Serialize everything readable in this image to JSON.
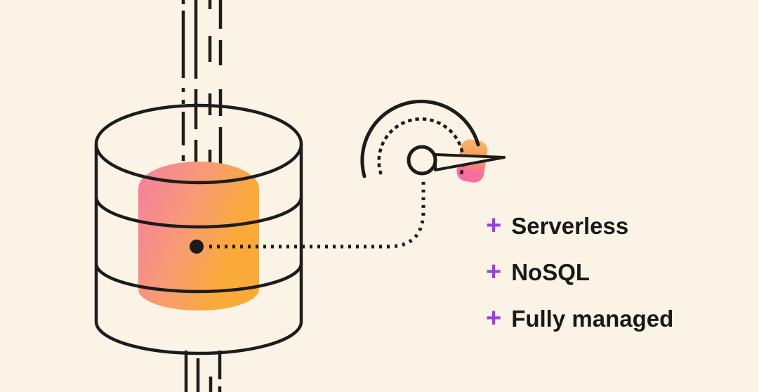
{
  "features": {
    "bullet_glyph": "+",
    "items": [
      {
        "label": "Serverless"
      },
      {
        "label": "NoSQL"
      },
      {
        "label": "Fully managed"
      }
    ]
  },
  "illustration": {
    "icons": [
      "database-cylinder-icon",
      "gauge-dial-icon",
      "data-stream-lines-top",
      "data-stream-lines-bottom",
      "query-point-dot",
      "connector-dotted-line"
    ]
  },
  "colors": {
    "background": "#fbf3e5",
    "line": "#1c1c1c",
    "text": "#191919",
    "accent_purple": "#9b3fdd",
    "cylinder_pink": "#f6849e",
    "cylinder_salmon": "#f89b72",
    "cylinder_orange": "#f9a93c",
    "highlight_pink": "#f7689c",
    "highlight_orange": "#f8a95e"
  }
}
